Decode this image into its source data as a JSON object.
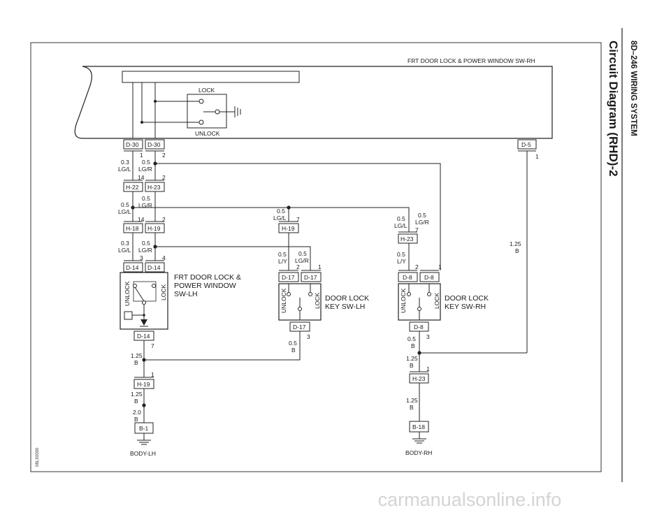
{
  "header": {
    "page_ref": "8D–246   WIRING SYSTEM",
    "title": "Circuit Diagram (RHD)-2"
  },
  "watermark": "carmanualsonline.info",
  "figure_code": "08LX0000",
  "components": {
    "frt_rh": "FRT DOOR LOCK & POWER WINDOW SW-RH",
    "lock": "LOCK",
    "unlock": "UNLOCK",
    "frt_lh": [
      "FRT DOOR LOCK &",
      "POWER WINDOW",
      "SW-LH"
    ],
    "key_lh": [
      "DOOR LOCK",
      "KEY SW-LH"
    ],
    "key_rh": [
      "DOOR LOCK",
      "KEY SW-RH"
    ],
    "body_lh": "BODY-LH",
    "body_rh": "BODY-RH"
  },
  "connectors": {
    "d30a": "D-30",
    "d30b": "D-30",
    "d5": "D-5",
    "h22": "H-22",
    "h23a": "H-23",
    "h18": "H-18",
    "h19a": "H-19",
    "h19b": "H-19",
    "h23b": "H-23",
    "d14a": "D-14",
    "d14b": "D-14",
    "d14c": "D-14",
    "d17a": "D-17",
    "d17b": "D-17",
    "d17c": "D-17",
    "d8a": "D-8",
    "d8b": "D-8",
    "d8c": "D-8",
    "h19c": "H-19",
    "h23c": "H-23",
    "b1": "B-1",
    "b18": "B-18"
  },
  "pins": {
    "p1": "1",
    "p2": "2",
    "p14a": "14",
    "p2b": "2",
    "p14b": "14",
    "p2c": "2",
    "p3a": "3",
    "p4": "4",
    "p7a": "7",
    "p2d": "2",
    "p1b": "1",
    "p3b": "3",
    "p7b": "7",
    "p2e": "2",
    "p1c": "1",
    "p3c": "3",
    "p1d": "1",
    "p1e": "1",
    "p1f": "1",
    "p7c": "7"
  },
  "wires": {
    "w1": [
      "0.3",
      "LG/L"
    ],
    "w2": [
      "0.5",
      "LG/R"
    ],
    "w3": [
      "0.5",
      "LG/R"
    ],
    "w4": [
      "0.5",
      "LG/L"
    ],
    "w5": [
      "0.3",
      "LG/L"
    ],
    "w6": [
      "0.5",
      "LG/R"
    ],
    "w7": [
      "0.5",
      "LG/L"
    ],
    "w8": [
      "0.5",
      "L/Y"
    ],
    "w9": [
      "0.5",
      "LG/R"
    ],
    "w10": [
      "0.5",
      "LG/L"
    ],
    "w11": [
      "0.5",
      "LG/R"
    ],
    "w12": [
      "0.5",
      "L/Y"
    ],
    "w13": [
      "1.25",
      "B"
    ],
    "w14": [
      "1.25",
      "B"
    ],
    "w15": [
      "1.25",
      "B"
    ],
    "w16": [
      "2.0",
      "B"
    ],
    "w17": [
      "0.5",
      "B"
    ],
    "w18": [
      "0.5",
      "B"
    ],
    "w19": [
      "1.25",
      "B"
    ],
    "w20": [
      "1.25",
      "B"
    ]
  },
  "switch_labels": {
    "unlock_lh": "UNLOCK",
    "lock_lh": "LOCK",
    "unlock_klh": "UNLOCK",
    "lock_klh": "LOCK",
    "unlock_krh": "UNLOCK",
    "lock_krh": "LOCK"
  }
}
